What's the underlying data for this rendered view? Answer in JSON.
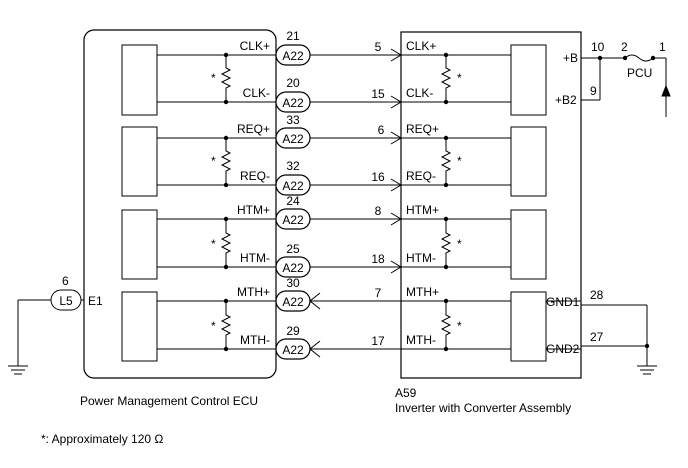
{
  "ecu": {
    "name": "Power Management Control ECU",
    "connector_id": "E1",
    "ground_connector": "L5",
    "ground_pin": "6"
  },
  "inverter": {
    "connector_id": "A59",
    "name": "Inverter with Converter Assembly",
    "power_labels": [
      "+B",
      "+B2"
    ],
    "power_pins": [
      "10",
      "9"
    ],
    "ground_labels": [
      "GND1",
      "GND2"
    ],
    "ground_pins": [
      "28",
      "27"
    ]
  },
  "fuse": {
    "label": "PCU",
    "pin_left": "2",
    "pin_right": "1"
  },
  "resistor_mark": "*",
  "signals": [
    {
      "name": "CLK+",
      "ecu_pin": "21",
      "conn": "A22",
      "inv_pin": "5"
    },
    {
      "name": "CLK-",
      "ecu_pin": "20",
      "conn": "A22",
      "inv_pin": "15"
    },
    {
      "name": "REQ+",
      "ecu_pin": "33",
      "conn": "A22",
      "inv_pin": "6"
    },
    {
      "name": "REQ-",
      "ecu_pin": "32",
      "conn": "A22",
      "inv_pin": "16"
    },
    {
      "name": "HTM+",
      "ecu_pin": "24",
      "conn": "A22",
      "inv_pin": "8"
    },
    {
      "name": "HTM-",
      "ecu_pin": "25",
      "conn": "A22",
      "inv_pin": "18"
    },
    {
      "name": "MTH+",
      "ecu_pin": "30",
      "conn": "A22",
      "inv_pin": "7"
    },
    {
      "name": "MTH-",
      "ecu_pin": "29",
      "conn": "A22",
      "inv_pin": "17"
    }
  ],
  "footnote": "*: Approximately 120 Ω"
}
